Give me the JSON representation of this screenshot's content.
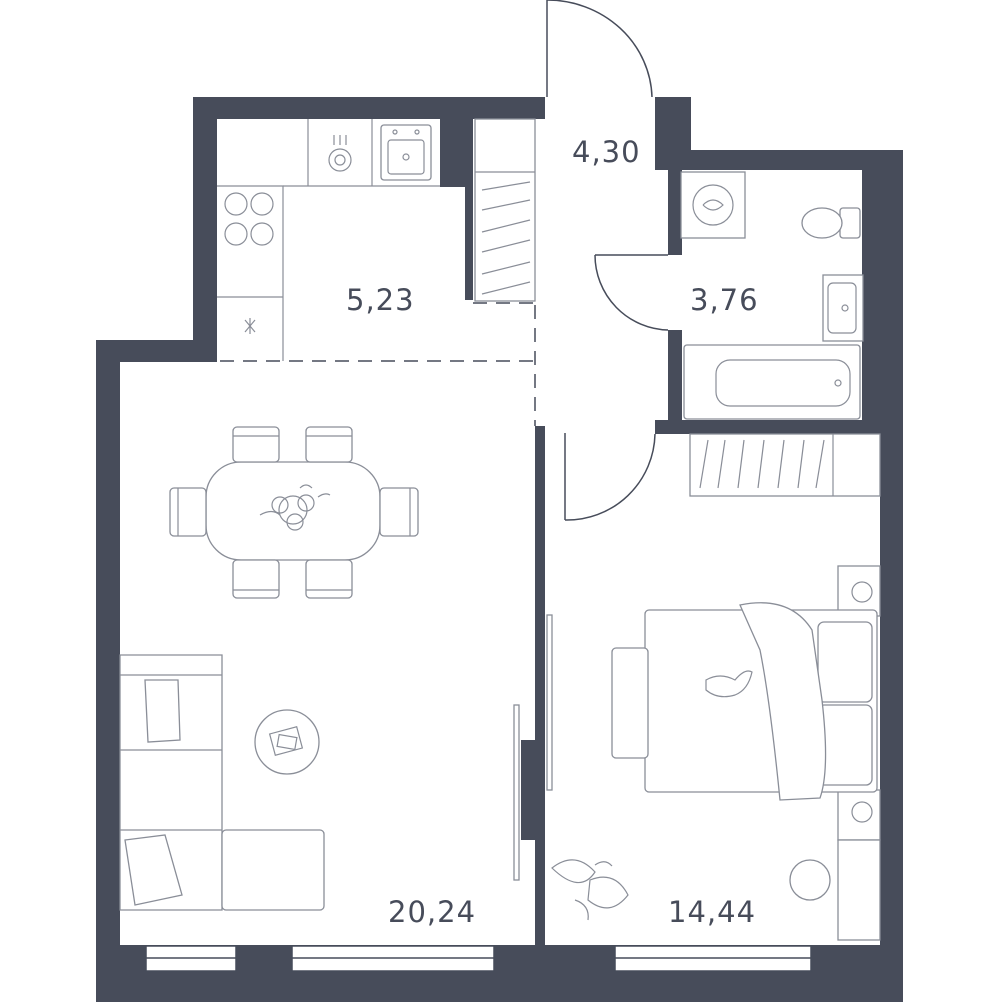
{
  "rooms": {
    "hall": {
      "area": "4,30"
    },
    "kitchen": {
      "area": "5,23"
    },
    "bathroom": {
      "area": "3,76"
    },
    "living": {
      "area": "20,24"
    },
    "bedroom": {
      "area": "14,44"
    }
  },
  "colors": {
    "wall": "#474c5a",
    "furniture": "#8a8e98",
    "background": "#ffffff"
  }
}
